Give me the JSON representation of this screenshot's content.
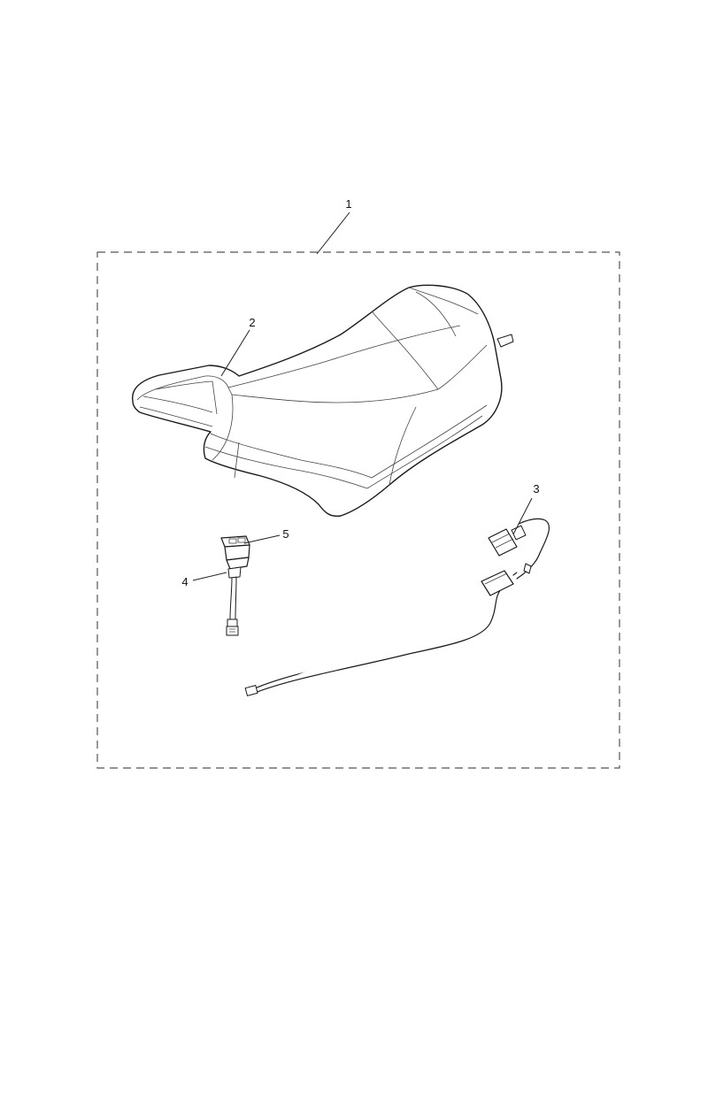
{
  "diagram": {
    "callouts": [
      {
        "id": "kit",
        "label": "1"
      },
      {
        "id": "seat",
        "label": "2"
      },
      {
        "id": "harness",
        "label": "3"
      },
      {
        "id": "switch-lead",
        "label": "4"
      },
      {
        "id": "switch",
        "label": "5"
      }
    ],
    "colors": {
      "line": "#1a1a1a",
      "background": "#ffffff",
      "dashed_border": "#555555"
    }
  }
}
